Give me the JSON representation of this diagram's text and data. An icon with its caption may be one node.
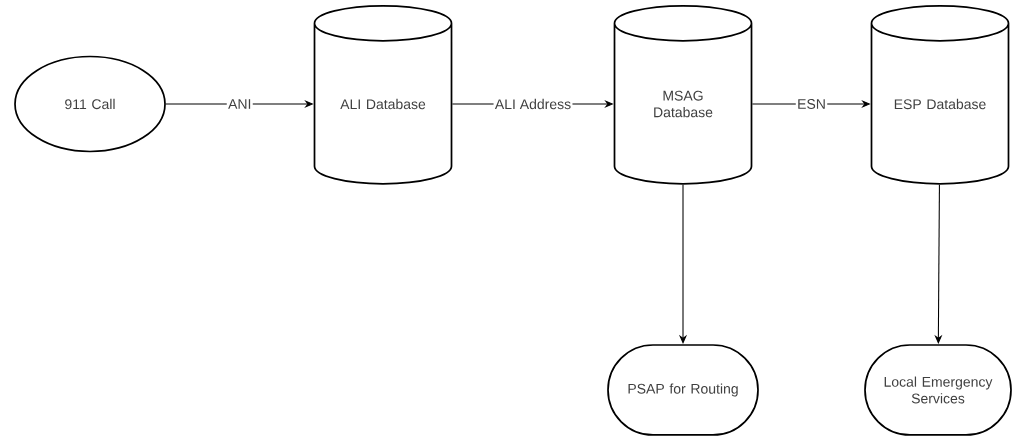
{
  "diagram": {
    "nodes": [
      {
        "text": [
          "911 Call"
        ]
      },
      {
        "text": [
          "ALI Database"
        ]
      },
      {
        "text": [
          "MSAG Database"
        ]
      },
      {
        "text": [
          "ESP Database"
        ]
      },
      {
        "text": [
          "PSAP for Routing"
        ]
      },
      {
        "text": [
          "Local Emergency Services"
        ]
      }
    ],
    "edges": [
      {
        "from": 0,
        "to": 1,
        "arrow": "to",
        "label": "ANI"
      },
      {
        "from": 1,
        "to": 2,
        "arrow": "to",
        "label": "ALI Address"
      },
      {
        "from": 2,
        "to": 3,
        "arrow": "to",
        "label": "ESN"
      },
      {
        "from": 2,
        "to": 4,
        "arrow": "to"
      },
      {
        "from": 3,
        "to": 5,
        "arrow": "to"
      }
    ]
  }
}
